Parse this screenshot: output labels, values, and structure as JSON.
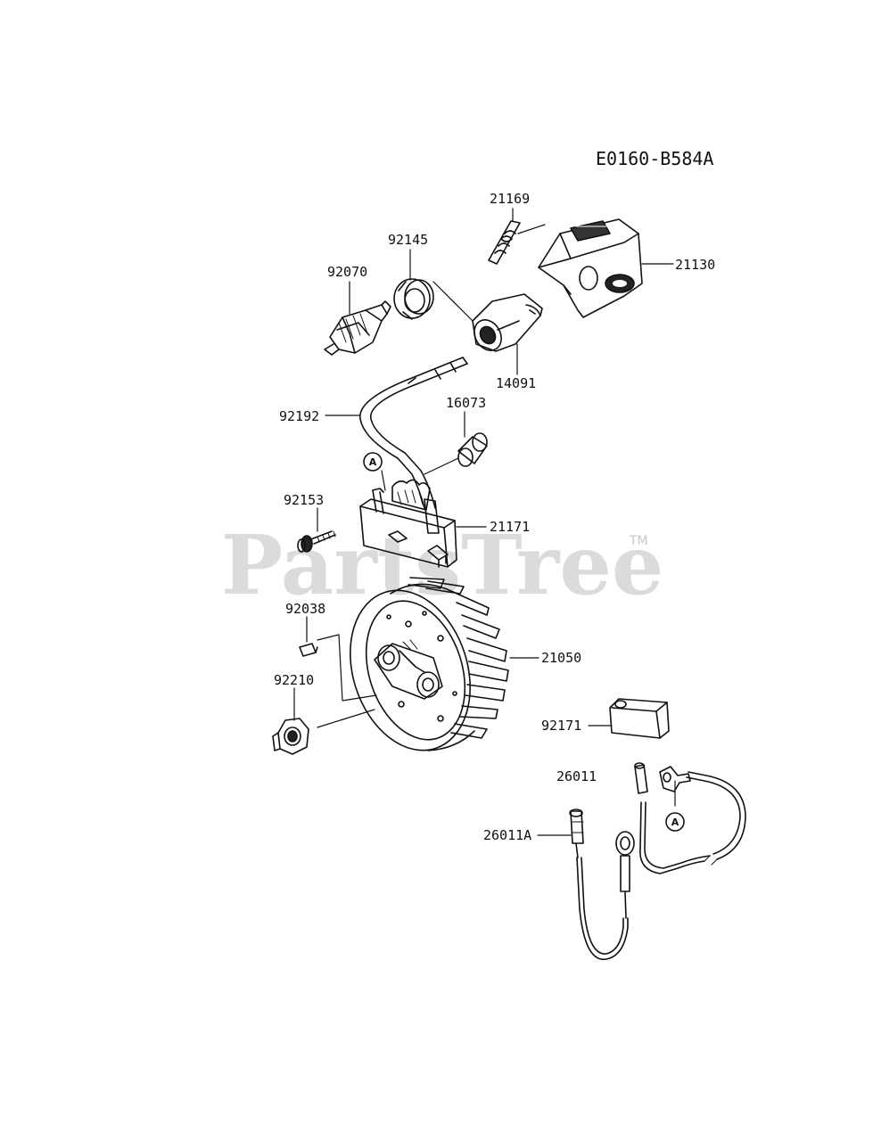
{
  "diagram": {
    "code": "E0160-B584A",
    "watermark": {
      "text": "PartsTree",
      "trademark": "TM"
    },
    "callout_marker": "A",
    "parts": [
      {
        "id": "p21169",
        "number": "21169",
        "icon": "spring-clip-icon"
      },
      {
        "id": "p92145",
        "number": "92145",
        "icon": "washer-ring-icon"
      },
      {
        "id": "p92070",
        "number": "92070",
        "icon": "spark-plug-icon"
      },
      {
        "id": "p21130",
        "number": "21130",
        "icon": "plug-cap-cover-icon"
      },
      {
        "id": "p14091",
        "number": "14091",
        "icon": "plug-cap-icon"
      },
      {
        "id": "p92192",
        "number": "92192",
        "icon": "ignition-lead-icon"
      },
      {
        "id": "p16073",
        "number": "16073",
        "icon": "spacer-icon"
      },
      {
        "id": "p92153",
        "number": "92153",
        "icon": "bolt-icon"
      },
      {
        "id": "p21171",
        "number": "21171",
        "icon": "ignition-coil-icon"
      },
      {
        "id": "p92038",
        "number": "92038",
        "icon": "key-icon"
      },
      {
        "id": "p21050",
        "number": "21050",
        "icon": "flywheel-icon"
      },
      {
        "id": "p92210",
        "number": "92210",
        "icon": "nut-icon"
      },
      {
        "id": "p92171",
        "number": "92171",
        "icon": "clamp-icon"
      },
      {
        "id": "p26011",
        "number": "26011",
        "icon": "wire-harness-icon"
      },
      {
        "id": "p26011A",
        "number": "26011A",
        "icon": "stop-switch-lead-icon"
      }
    ]
  }
}
